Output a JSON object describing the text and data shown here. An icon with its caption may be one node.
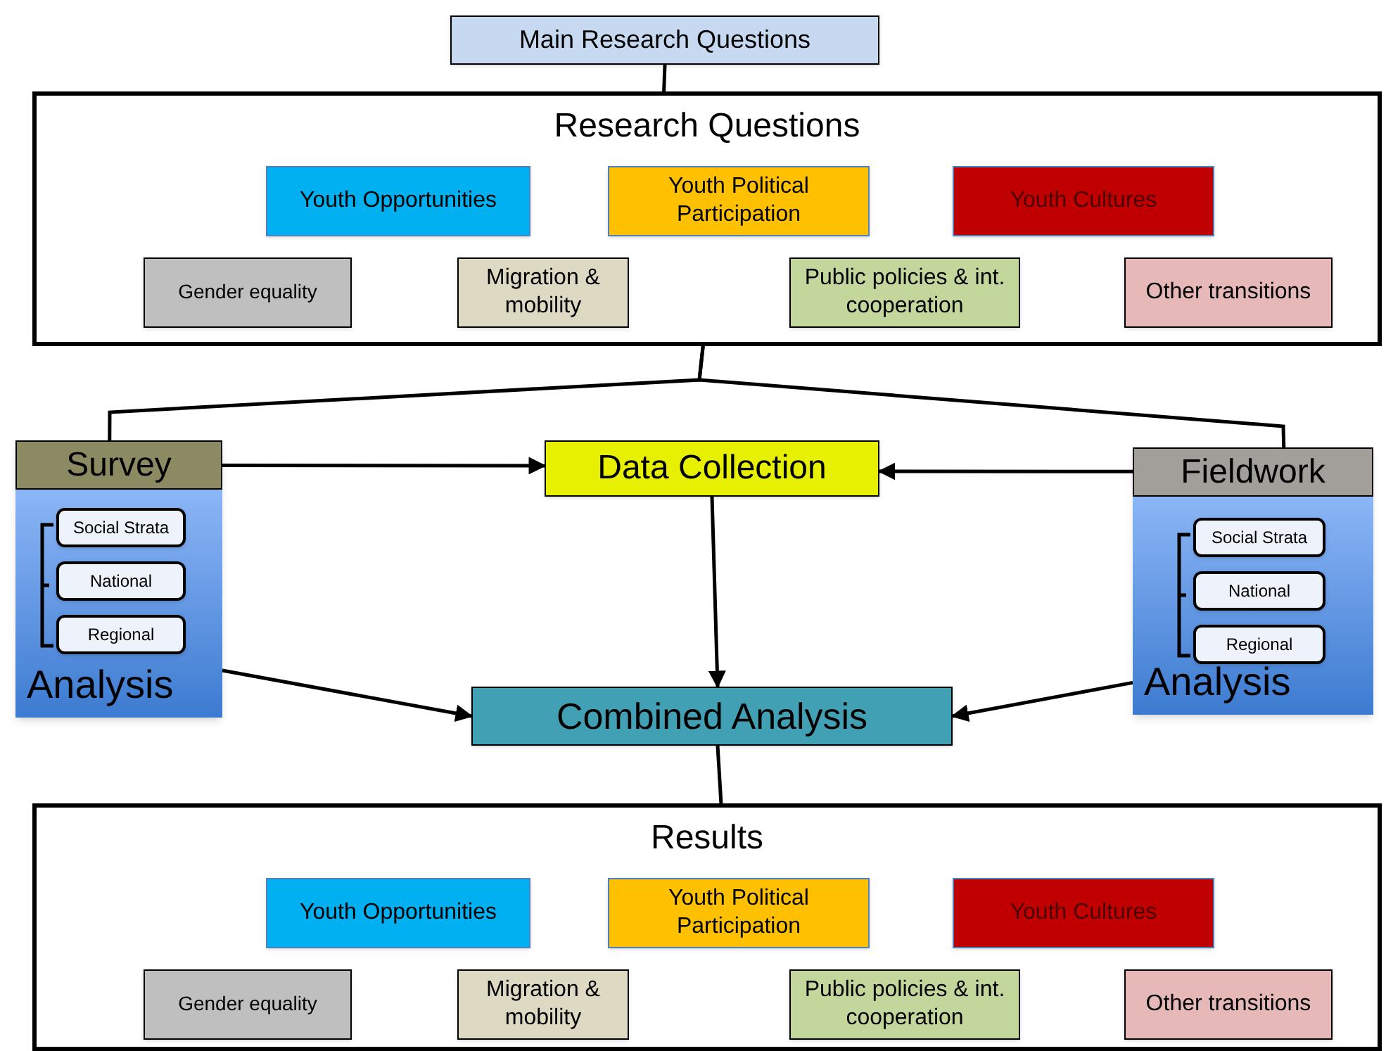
{
  "diagram": {
    "nodes": [
      {
        "text": [
          "Main Research Questions"
        ]
      },
      {
        "text": [
          "Research Questions"
        ]
      },
      {
        "text": [
          "Youth Opportunities"
        ],
        "in": 1
      },
      {
        "text": [
          "Youth Political Participation"
        ],
        "in": 1
      },
      {
        "text": [
          "Youth Cultures"
        ],
        "in": 1
      },
      {
        "text": [
          "Gender equality"
        ],
        "in": 1
      },
      {
        "text": [
          "Migration & mobility"
        ],
        "in": 1
      },
      {
        "text": [
          "Public policies & int. cooperation"
        ],
        "in": 1
      },
      {
        "text": [
          "Other transitions"
        ],
        "in": 1
      },
      {
        "text": [
          "Survey",
          "Analysis"
        ]
      },
      {
        "text": [
          "Social Strata"
        ],
        "in": 9
      },
      {
        "text": [
          "National"
        ],
        "in": 9
      },
      {
        "text": [
          "Regional"
        ],
        "in": 9
      },
      {
        "text": [
          "Data Collection"
        ]
      },
      {
        "text": [
          "Fieldwork",
          "Analysis"
        ]
      },
      {
        "text": [
          "Social Strata"
        ],
        "in": 14
      },
      {
        "text": [
          "National"
        ],
        "in": 14
      },
      {
        "text": [
          "Regional"
        ],
        "in": 14
      },
      {
        "text": [
          "Combined Analysis"
        ]
      },
      {
        "text": [
          "Results"
        ]
      },
      {
        "text": [
          "Youth Opportunities"
        ],
        "in": 19
      },
      {
        "text": [
          "Youth Political Participation"
        ],
        "in": 19
      },
      {
        "text": [
          "Youth Cultures"
        ],
        "in": 19
      },
      {
        "text": [
          "Gender equality"
        ],
        "in": 19
      },
      {
        "text": [
          "Migration & mobility"
        ],
        "in": 19
      },
      {
        "text": [
          "Public policies & int. cooperation"
        ],
        "in": 19
      },
      {
        "text": [
          "Other transitions"
        ],
        "in": 19
      }
    ],
    "edges": [
      {
        "from": 0,
        "to": 1,
        "arrow": "none"
      },
      {
        "from": 1,
        "to": 9,
        "arrow": "none"
      },
      {
        "from": 1,
        "to": 14,
        "arrow": "none"
      },
      {
        "from": 9,
        "to": 13,
        "arrow": "to"
      },
      {
        "from": 14,
        "to": 13,
        "arrow": "to"
      },
      {
        "from": 13,
        "to": 18,
        "arrow": "to"
      },
      {
        "from": 9,
        "to": 18,
        "arrow": "to"
      },
      {
        "from": 14,
        "to": 18,
        "arrow": "to"
      },
      {
        "from": 18,
        "to": 19,
        "arrow": "none"
      }
    ]
  }
}
